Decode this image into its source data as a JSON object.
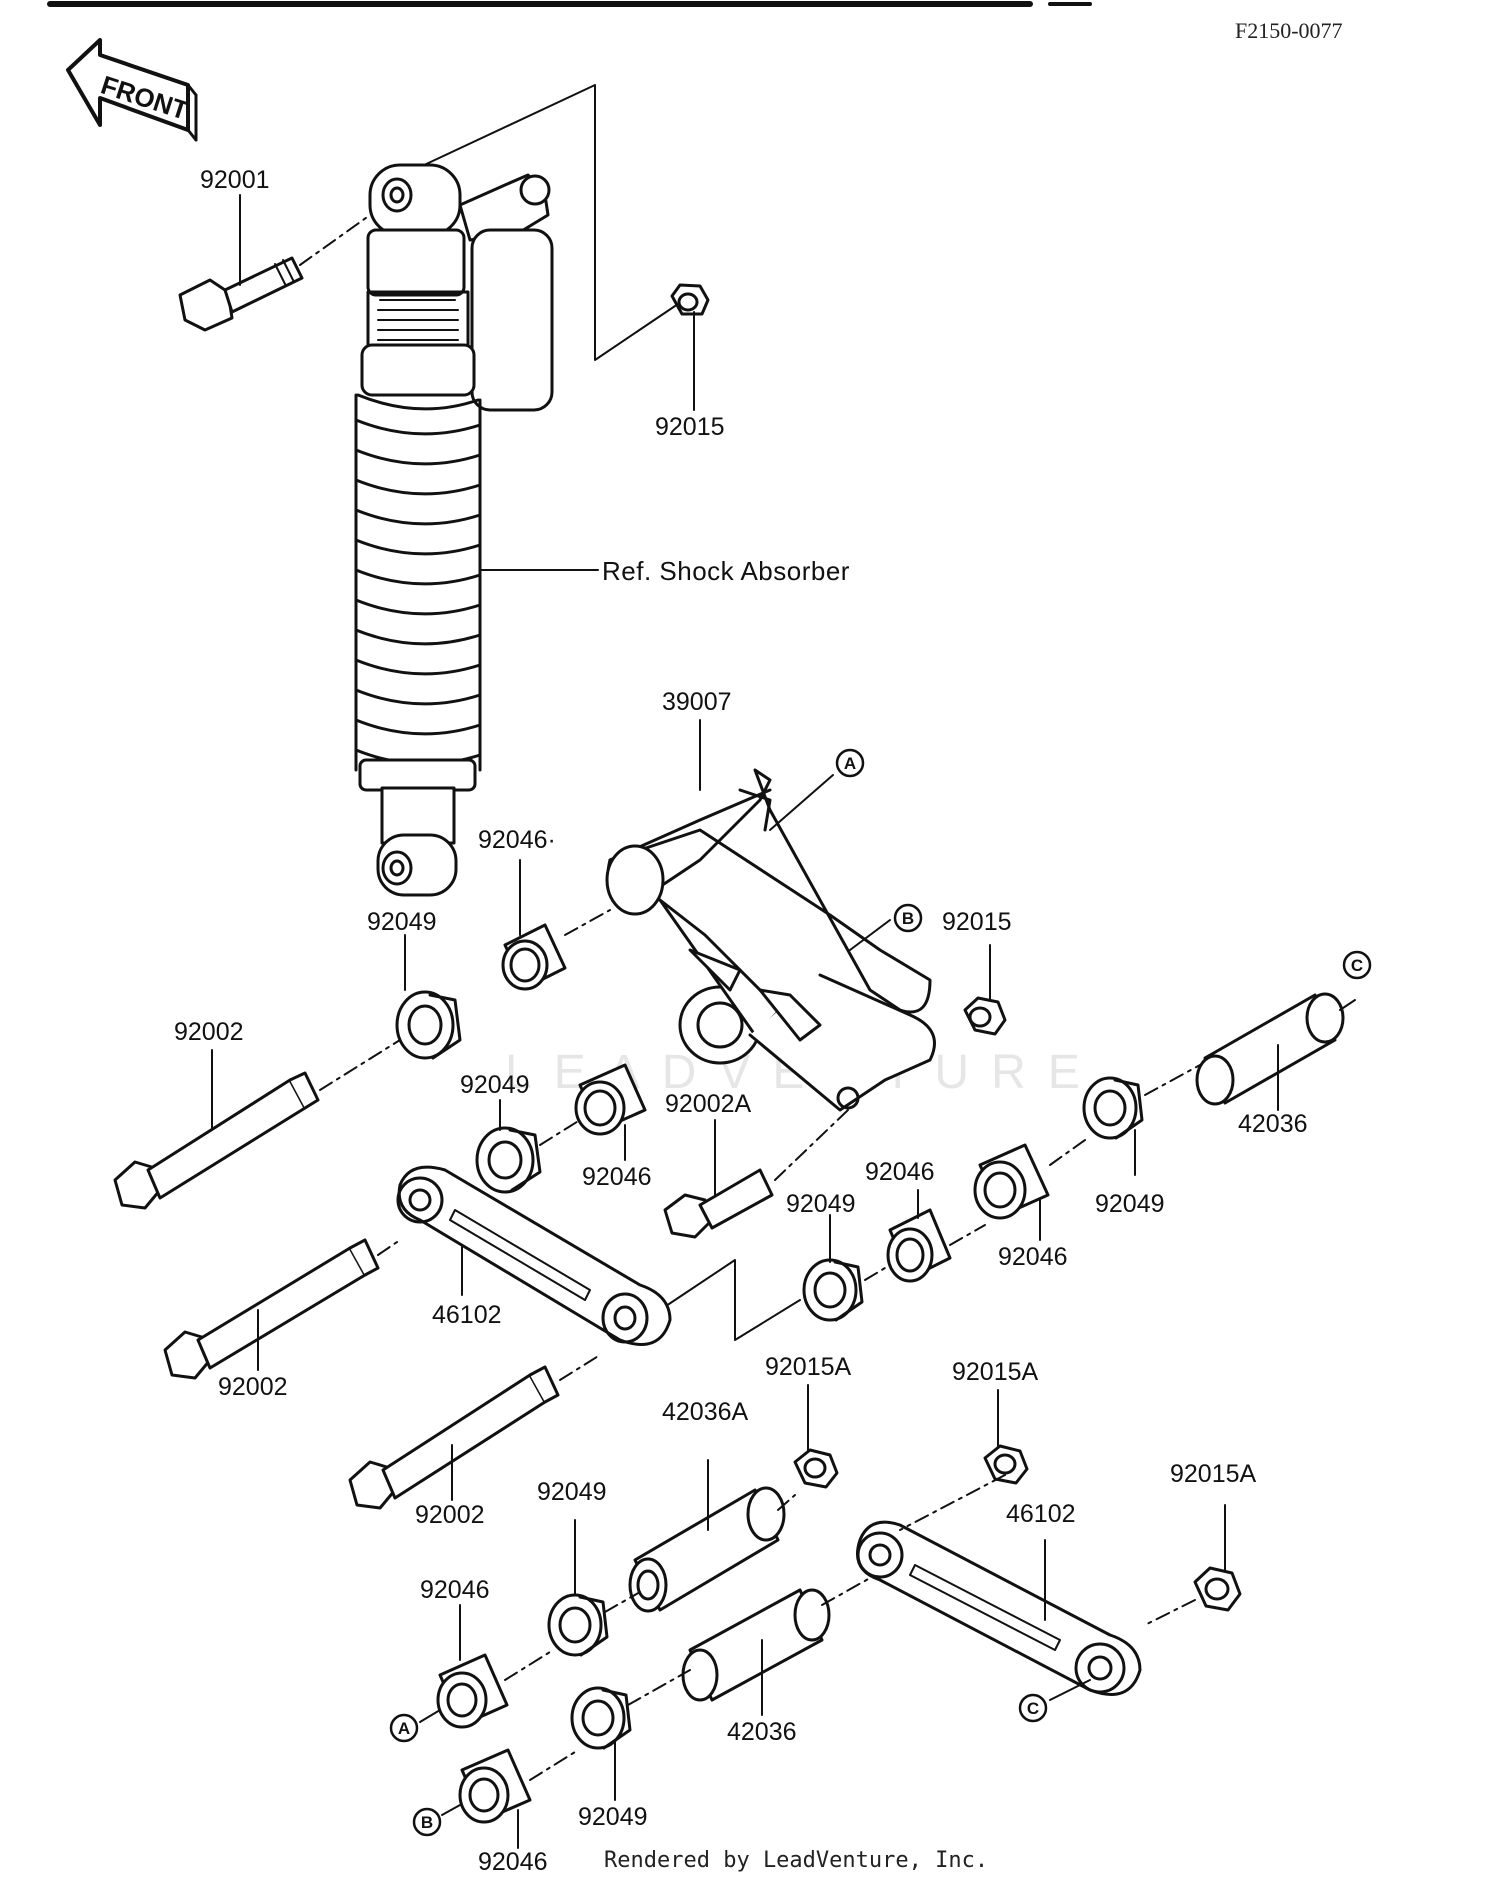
{
  "diagram": {
    "code": "F2150-0077",
    "front_label": "FRONT",
    "ref_label": "Ref. Shock Absorber",
    "watermark": "LEADVENTURE",
    "footer": "Rendered by LeadVenture, Inc.",
    "callouts": {
      "p92001": "92001",
      "p92015_top": "92015",
      "p39007": "39007",
      "p92046_a": "92046·",
      "p92049_a": "92049",
      "p92015_mid": "92015",
      "p92002_a": "92002",
      "p92049_b": "92049",
      "p92046_b": "92046",
      "p92002A": "92002A",
      "p42036_a": "42036",
      "p92046_c": "92046",
      "p92049_c": "92049",
      "p92049_d": "92049",
      "p92046_d": "92046",
      "p46102_a": "46102",
      "p92002_b": "92002",
      "p92015A_a": "92015A",
      "p92015A_b": "92015A",
      "p42036A": "42036A",
      "p92015A_c": "92015A",
      "p92002_c": "92002",
      "p92049_e": "92049",
      "p46102_b": "46102",
      "p92046_e": "92046",
      "p42036_b": "42036",
      "p92049_f": "92049",
      "p92046_f": "92046"
    },
    "circle_labels": {
      "A": "A",
      "B": "B",
      "C": "C"
    }
  }
}
